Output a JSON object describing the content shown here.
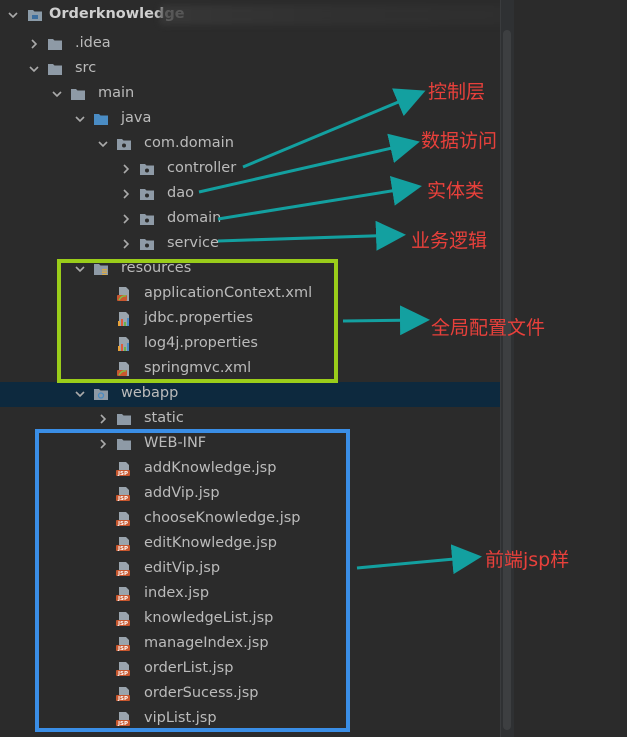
{
  "project": {
    "name": "Orderknowledge"
  },
  "tree": [
    {
      "label": ".idea",
      "icon": "folder-icon",
      "depth": 1,
      "expanded": false
    },
    {
      "label": "src",
      "icon": "folder-icon",
      "depth": 1,
      "expanded": true
    },
    {
      "label": "main",
      "icon": "folder-icon",
      "depth": 2,
      "expanded": true
    },
    {
      "label": "java",
      "icon": "source-folder-icon",
      "depth": 3,
      "expanded": true
    },
    {
      "label": "com.domain",
      "icon": "package-icon",
      "depth": 4,
      "expanded": true
    },
    {
      "label": "controller",
      "icon": "package-icon",
      "depth": 5,
      "expanded": false
    },
    {
      "label": "dao",
      "icon": "package-icon",
      "depth": 5,
      "expanded": false
    },
    {
      "label": "domain",
      "icon": "package-icon",
      "depth": 5,
      "expanded": false
    },
    {
      "label": "service",
      "icon": "package-icon",
      "depth": 5,
      "expanded": false
    },
    {
      "label": "resources",
      "icon": "resources-folder-icon",
      "depth": 3,
      "expanded": true
    },
    {
      "label": "applicationContext.xml",
      "icon": "spring-xml-icon",
      "depth": 4
    },
    {
      "label": "jdbc.properties",
      "icon": "properties-file-icon",
      "depth": 4
    },
    {
      "label": "log4j.properties",
      "icon": "properties-file-icon",
      "depth": 4
    },
    {
      "label": "springmvc.xml",
      "icon": "spring-xml-icon",
      "depth": 4
    },
    {
      "label": "webapp",
      "icon": "web-folder-icon",
      "depth": 3,
      "expanded": true,
      "selected": true
    },
    {
      "label": "static",
      "icon": "folder-icon",
      "depth": 4,
      "expanded": false
    },
    {
      "label": "WEB-INF",
      "icon": "folder-icon",
      "depth": 4,
      "expanded": false
    },
    {
      "label": "addKnowledge.jsp",
      "icon": "jsp-file-icon",
      "depth": 4
    },
    {
      "label": "addVip.jsp",
      "icon": "jsp-file-icon",
      "depth": 4
    },
    {
      "label": "chooseKnowledge.jsp",
      "icon": "jsp-file-icon",
      "depth": 4
    },
    {
      "label": "editKnowledge.jsp",
      "icon": "jsp-file-icon",
      "depth": 4
    },
    {
      "label": "editVip.jsp",
      "icon": "jsp-file-icon",
      "depth": 4
    },
    {
      "label": "index.jsp",
      "icon": "jsp-file-icon",
      "depth": 4
    },
    {
      "label": "knowledgeList.jsp",
      "icon": "jsp-file-icon",
      "depth": 4
    },
    {
      "label": "manageIndex.jsp",
      "icon": "jsp-file-icon",
      "depth": 4
    },
    {
      "label": "orderList.jsp",
      "icon": "jsp-file-icon",
      "depth": 4
    },
    {
      "label": "orderSucess.jsp",
      "icon": "jsp-file-icon",
      "depth": 4
    },
    {
      "label": "vipList.jsp",
      "icon": "jsp-file-icon",
      "depth": 4
    }
  ],
  "annotations": {
    "controller": "控制层",
    "dao": "数据访问",
    "domain": "实体类",
    "service": "业务逻辑",
    "resources": "全局配置文件",
    "webapp": "前端jsp样"
  },
  "colors": {
    "background": "#2b2b2b",
    "selection": "#0d293e",
    "annotation_text": "#e8403b",
    "arrow": "#13a0a0",
    "green_box": "#9acd1a",
    "blue_box": "#3a8ee6"
  }
}
